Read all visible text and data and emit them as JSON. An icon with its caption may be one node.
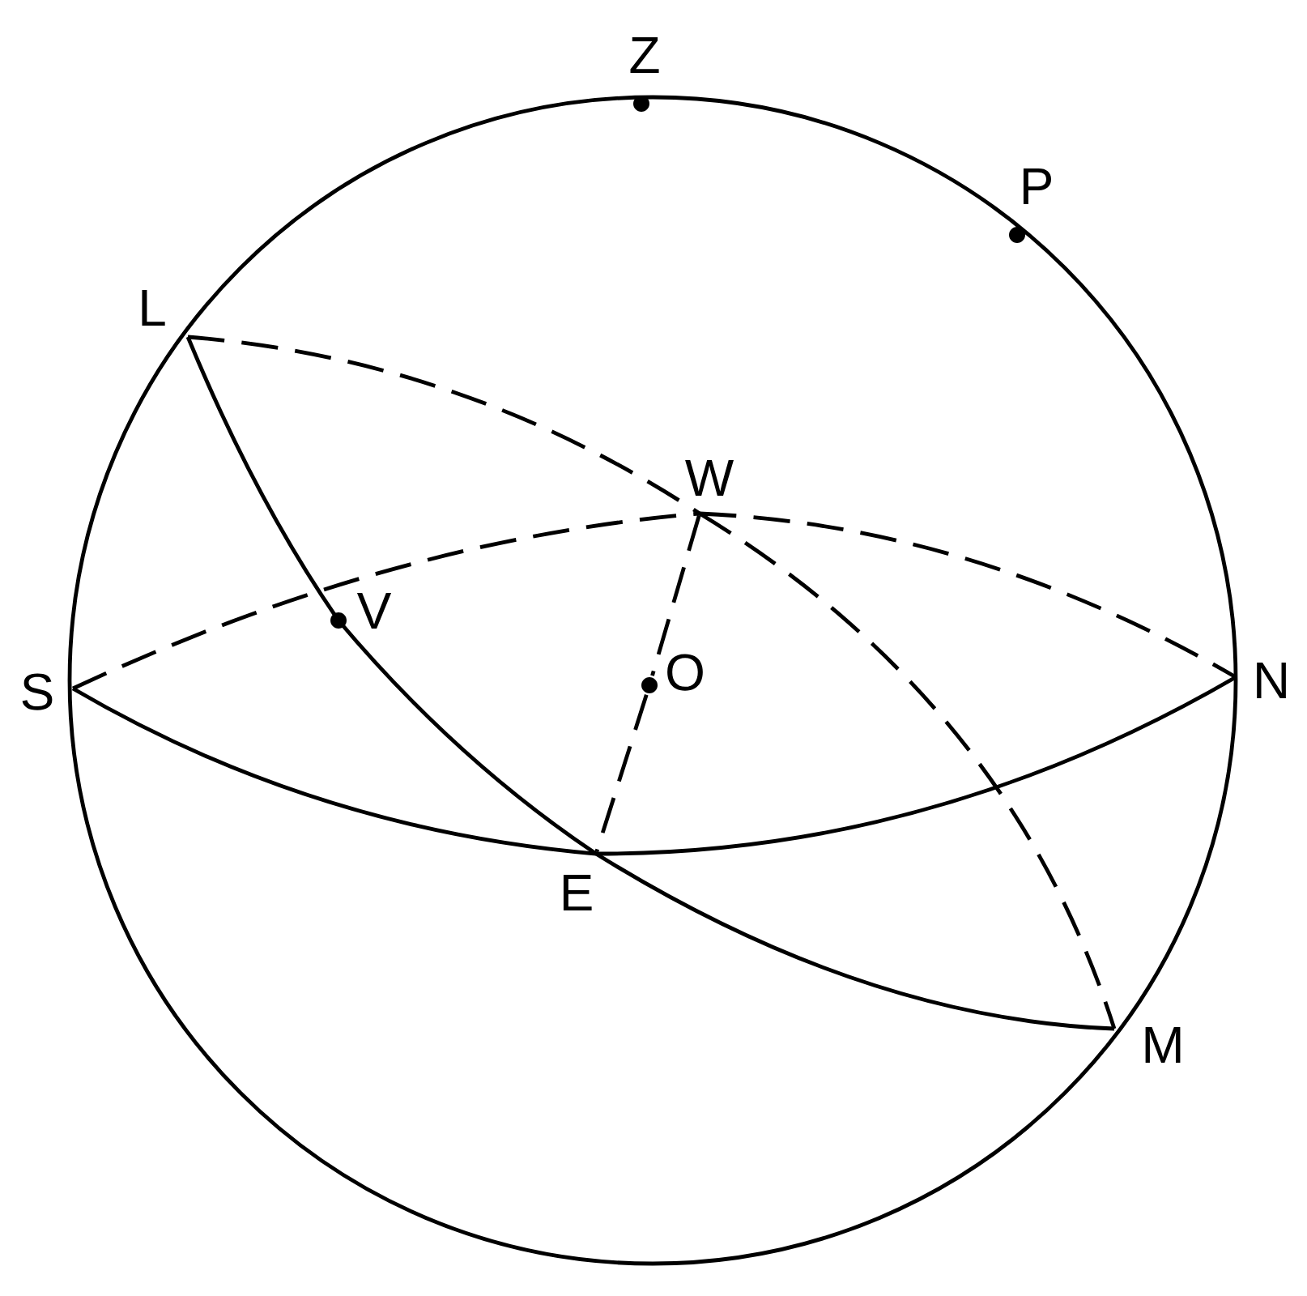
{
  "diagram": {
    "nodes": [
      {
        "text": [
          "Z"
        ]
      },
      {
        "text": [
          "P"
        ]
      },
      {
        "text": [
          "L"
        ]
      },
      {
        "text": [
          "W"
        ]
      },
      {
        "text": [
          "V"
        ]
      },
      {
        "text": [
          "S"
        ]
      },
      {
        "text": [
          "O"
        ]
      },
      {
        "text": [
          "N"
        ]
      },
      {
        "text": [
          "E"
        ]
      },
      {
        "text": [
          "M"
        ]
      }
    ],
    "edges": [
      {
        "from": 5,
        "to": 3,
        "arrow": "none",
        "style": "dashed"
      },
      {
        "from": 3,
        "to": 7,
        "arrow": "none",
        "style": "dashed"
      },
      {
        "from": 5,
        "to": 8,
        "arrow": "none"
      },
      {
        "from": 8,
        "to": 7,
        "arrow": "none"
      },
      {
        "from": 2,
        "to": 4,
        "arrow": "none"
      },
      {
        "from": 4,
        "to": 8,
        "arrow": "none"
      },
      {
        "from": 8,
        "to": 9,
        "arrow": "none"
      },
      {
        "from": 2,
        "to": 3,
        "arrow": "none",
        "style": "dashed"
      },
      {
        "from": 3,
        "to": 9,
        "arrow": "none",
        "style": "dashed"
      },
      {
        "from": 3,
        "to": 6,
        "arrow": "none",
        "style": "dashed"
      },
      {
        "from": 6,
        "to": 8,
        "arrow": "none",
        "style": "dashed"
      }
    ]
  }
}
